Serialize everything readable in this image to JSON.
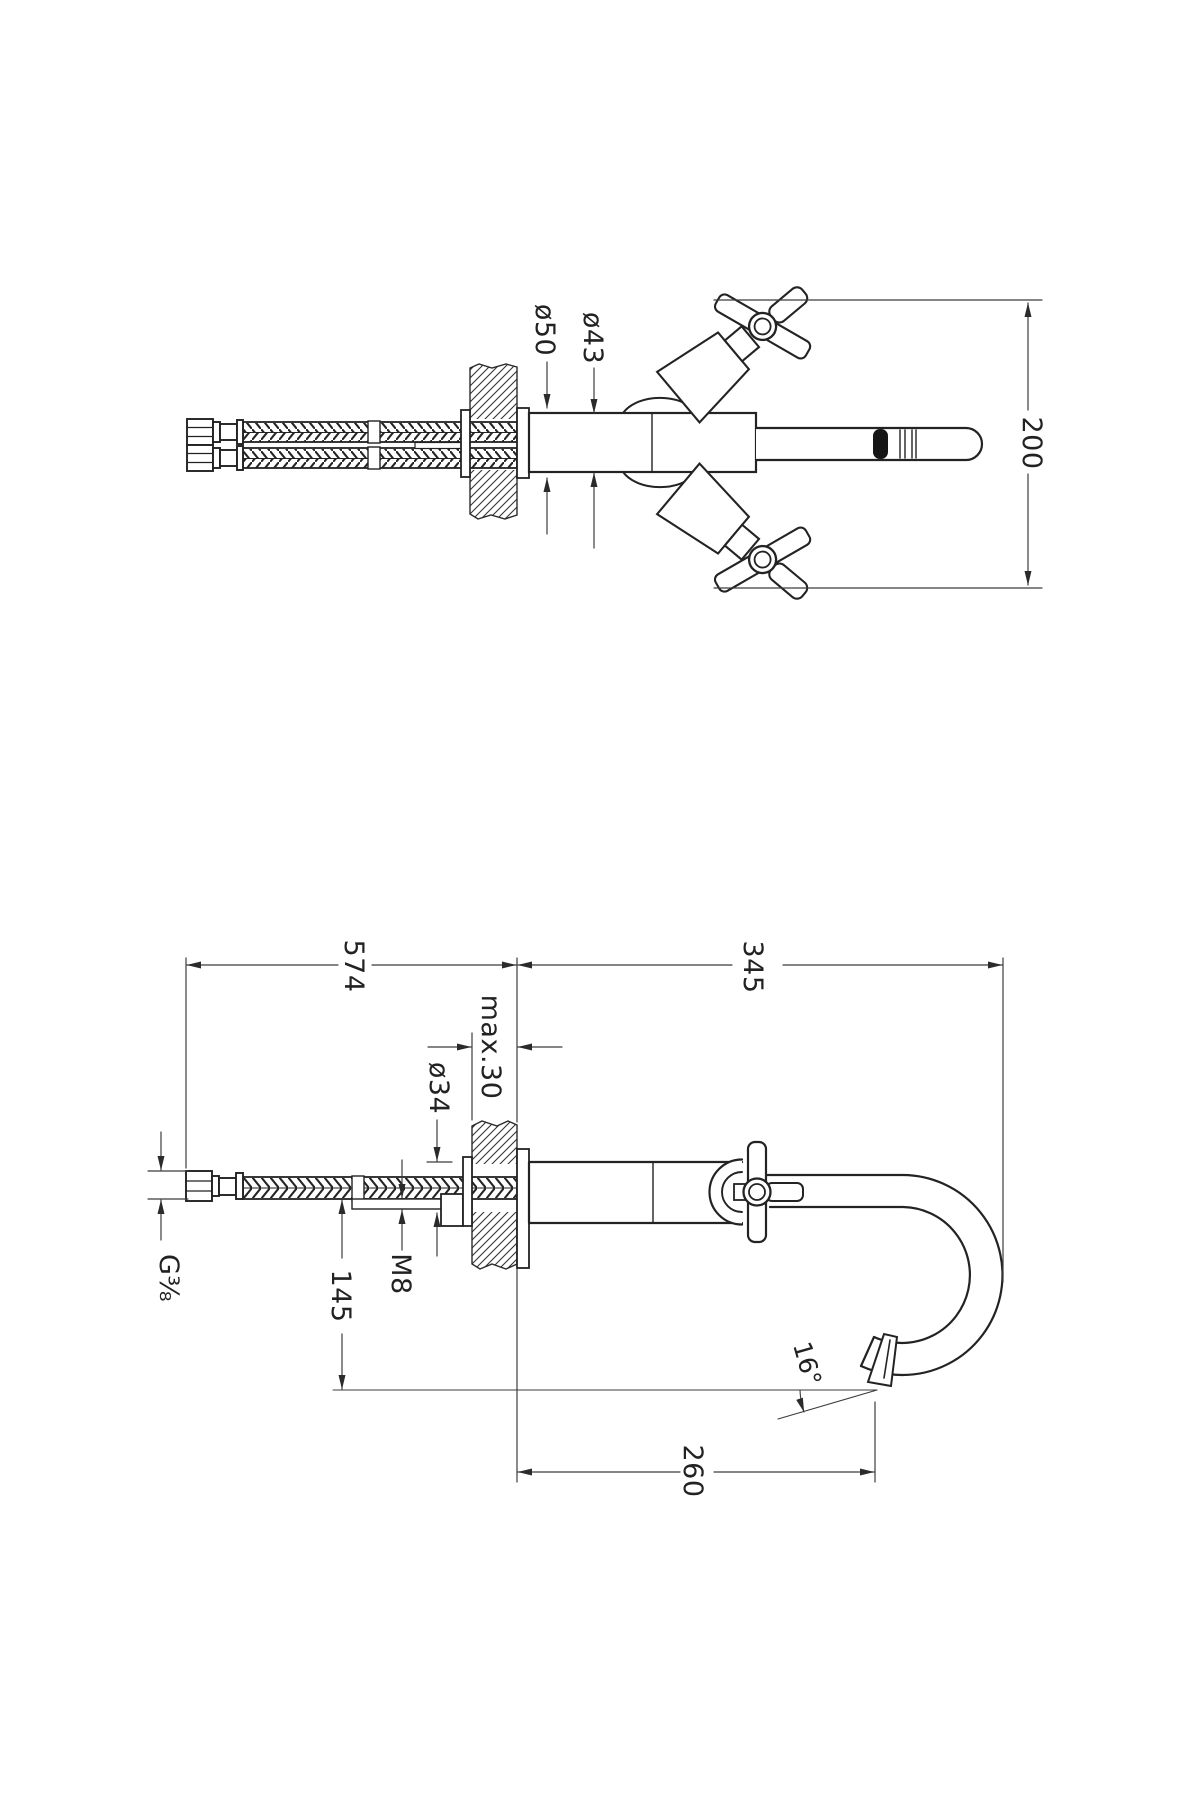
{
  "document": {
    "type": "faucet technical dimension drawing",
    "background_color": "#ffffff",
    "line_color": "#1f1f1f",
    "dimension_line_color": "#3c3c3c"
  },
  "top_view": {
    "description": "basin mixer side view with flexible hoses, mounting deck, cross handles and straight spout",
    "label_dia_flange": "ø50",
    "label_dia_body": "ø43",
    "label_height": "200"
  },
  "front_view": {
    "description": "basin mixer front view with flexible hose, M8 stud, mounting deck and curved J-spout",
    "label_total_depth": "574",
    "label_total_height": "345",
    "label_deck_thickness": "max.30",
    "label_hole_dia": "ø34",
    "label_below_deck": "145",
    "label_stud_thread": "M8",
    "label_hose_thread": "G⅜",
    "label_spout_angle": "16°",
    "label_spout_reach": "260"
  }
}
